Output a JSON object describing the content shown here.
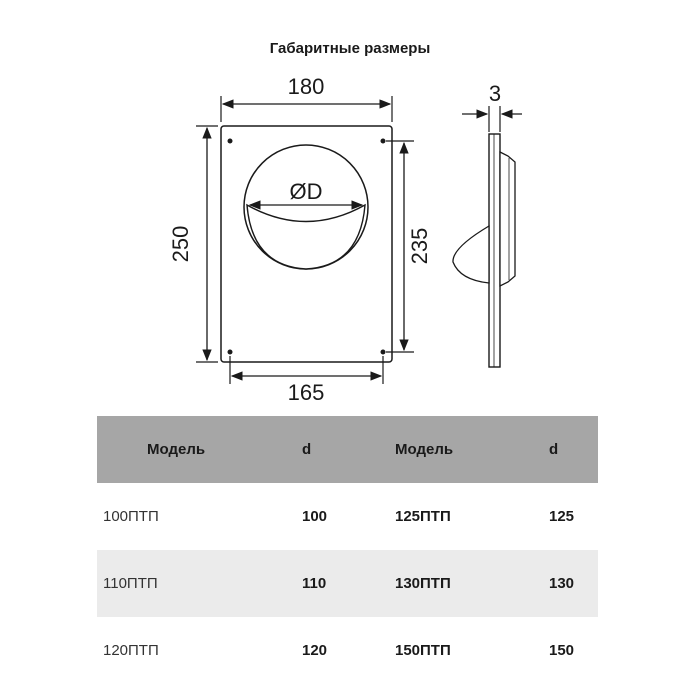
{
  "title": "Габаритные размеры",
  "dimensions": {
    "width_outer": "180",
    "height_outer": "250",
    "height_holes": "235",
    "width_holes": "165",
    "diameter": "ØD",
    "thickness": "3"
  },
  "table": {
    "headers": [
      "Модель",
      "d",
      "Модель",
      "d"
    ],
    "rows": [
      [
        "100ПТП",
        "100",
        "125ПТП",
        "125"
      ],
      [
        "110ПТП",
        "110",
        "130ПТП",
        "130"
      ],
      [
        "120ПТП",
        "120",
        "150ПТП",
        "150"
      ]
    ]
  }
}
